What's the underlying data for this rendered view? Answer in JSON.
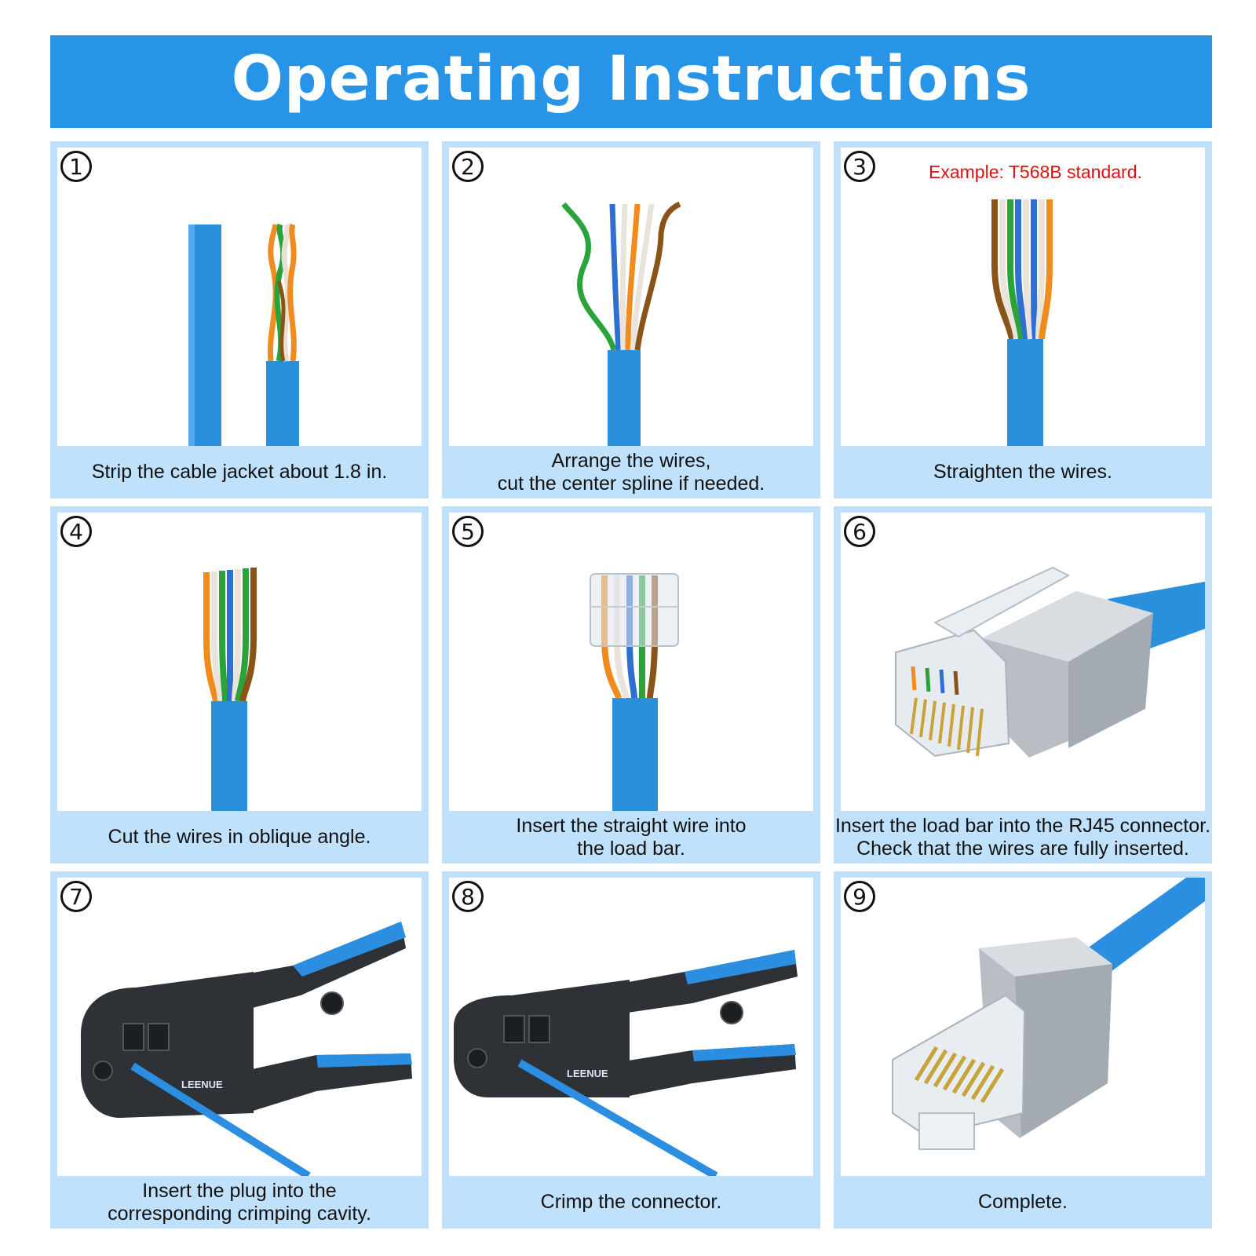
{
  "header": {
    "title": "Operating Instructions"
  },
  "steps": [
    {
      "number": "1",
      "caption": "Strip the cable jacket about 1.8 in.",
      "illustration": "stripped-cable-icon"
    },
    {
      "number": "2",
      "caption": "Arrange the wires,\ncut the center spline if needed.",
      "illustration": "fanned-wires-icon"
    },
    {
      "number": "3",
      "note": "Example: T568B standard.",
      "caption": "Straighten the wires.",
      "illustration": "straight-wires-icon"
    },
    {
      "number": "4",
      "caption": "Cut the wires in oblique angle.",
      "illustration": "cut-wires-icon"
    },
    {
      "number": "5",
      "caption": "Insert the straight wire into\nthe load bar.",
      "illustration": "load-bar-icon"
    },
    {
      "number": "6",
      "caption": "Insert the load bar into the RJ45 connector.\nCheck that the wires are fully inserted.",
      "illustration": "rj45-connector-icon"
    },
    {
      "number": "7",
      "caption": "Insert the plug into the\ncorresponding crimping cavity.",
      "illustration": "crimp-tool-open-icon"
    },
    {
      "number": "8",
      "caption": "Crimp the connector.",
      "illustration": "crimp-tool-closed-icon"
    },
    {
      "number": "9",
      "caption": "Complete.",
      "illustration": "finished-plug-icon"
    }
  ],
  "tool_brand": "LEENUE",
  "colors": {
    "header_bg": "#2794e8",
    "panel_bg": "#bfe1fb",
    "cable_blue": "#2b90dc",
    "note_red": "#e01010",
    "wire_orange": "#f08c1e",
    "wire_green": "#2aa43a",
    "wire_blue": "#2f6fd0",
    "wire_brown": "#8a5418"
  }
}
